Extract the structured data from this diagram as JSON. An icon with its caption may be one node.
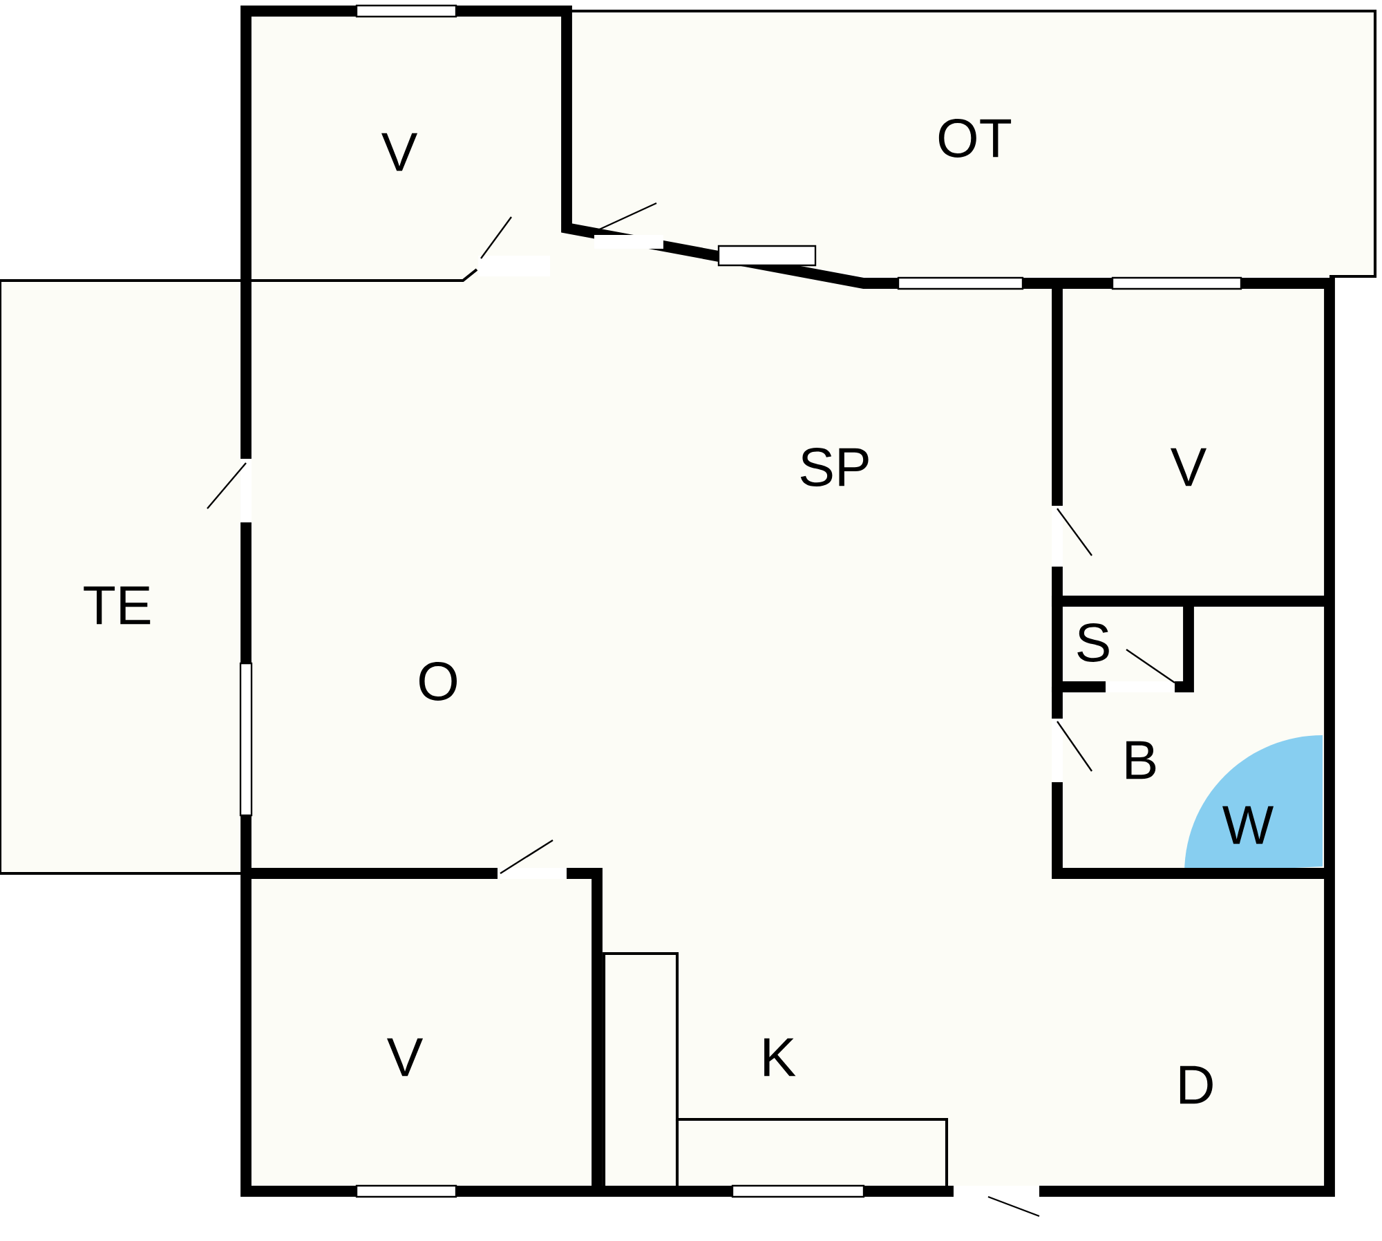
{
  "diagram": {
    "labels": [
      "V",
      "OT",
      "SP",
      "V",
      "TE",
      "S",
      "O",
      "B",
      "W",
      "V",
      "K",
      "D"
    ]
  }
}
